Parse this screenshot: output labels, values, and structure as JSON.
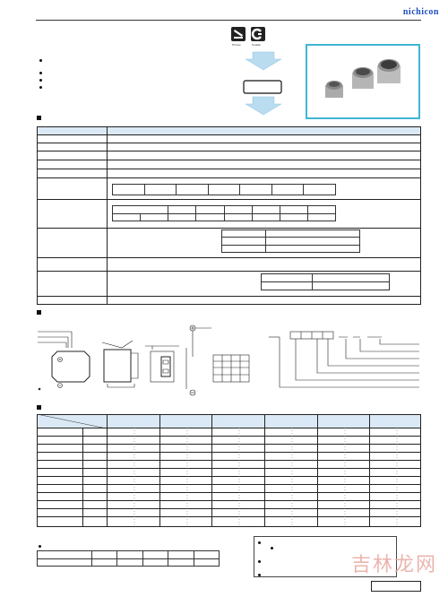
{
  "header": {
    "brand": "nichicon"
  },
  "badges": [
    {
      "icon": "pb-free-icon",
      "label": "Pb-free"
    },
    {
      "icon": "smaller-icon",
      "label": "Smaller"
    }
  ],
  "watermark": {
    "text": "吉林龙网"
  },
  "colors": {
    "frame": "#3fb6d3",
    "brand": "#1e4fbf",
    "watermark": "#e9a8a0",
    "arrow": "#b9dcef",
    "table_header": "#dbe9f6"
  }
}
